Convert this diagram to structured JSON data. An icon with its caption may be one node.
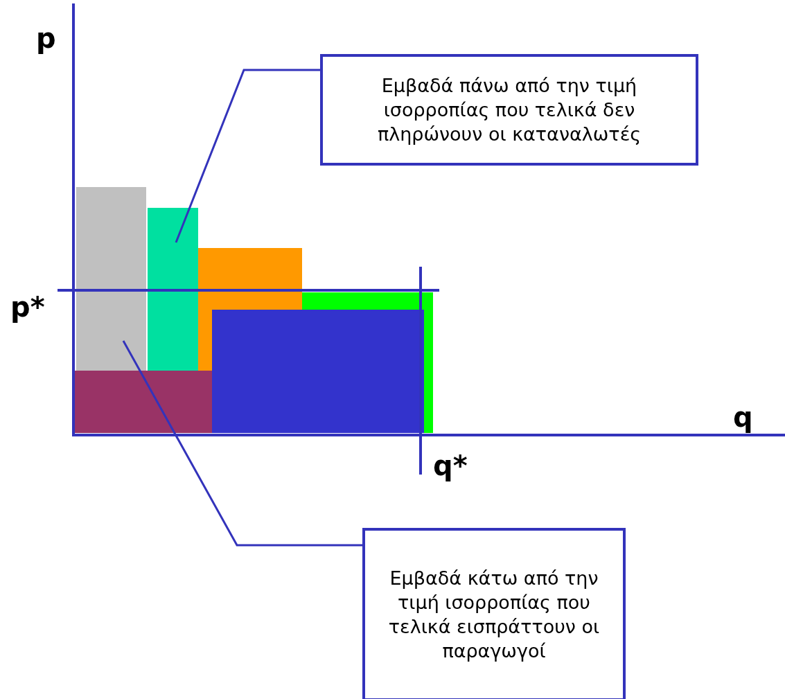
{
  "diagram": {
    "nodes": [
      {
        "text": [
          "Εμβαδά πάνω από την τιμή ισορροπίας που τελικά δεν πληρώνουν οι καταναλωτές"
        ]
      },
      {
        "text": [],
        "shape": "bar"
      },
      {
        "text": [],
        "shape": "bar"
      },
      {
        "text": [
          "Εμβαδά κάτω από την τιμή ισορροπίας που τελικά εισπράττουν οι παραγωγοί"
        ]
      }
    ],
    "edges": [
      {
        "from": 0,
        "to": 2,
        "arrow": "none"
      },
      {
        "from": 3,
        "to": 1,
        "arrow": "none"
      }
    ],
    "labels": [
      "p",
      "p*",
      "q",
      "q*"
    ]
  }
}
